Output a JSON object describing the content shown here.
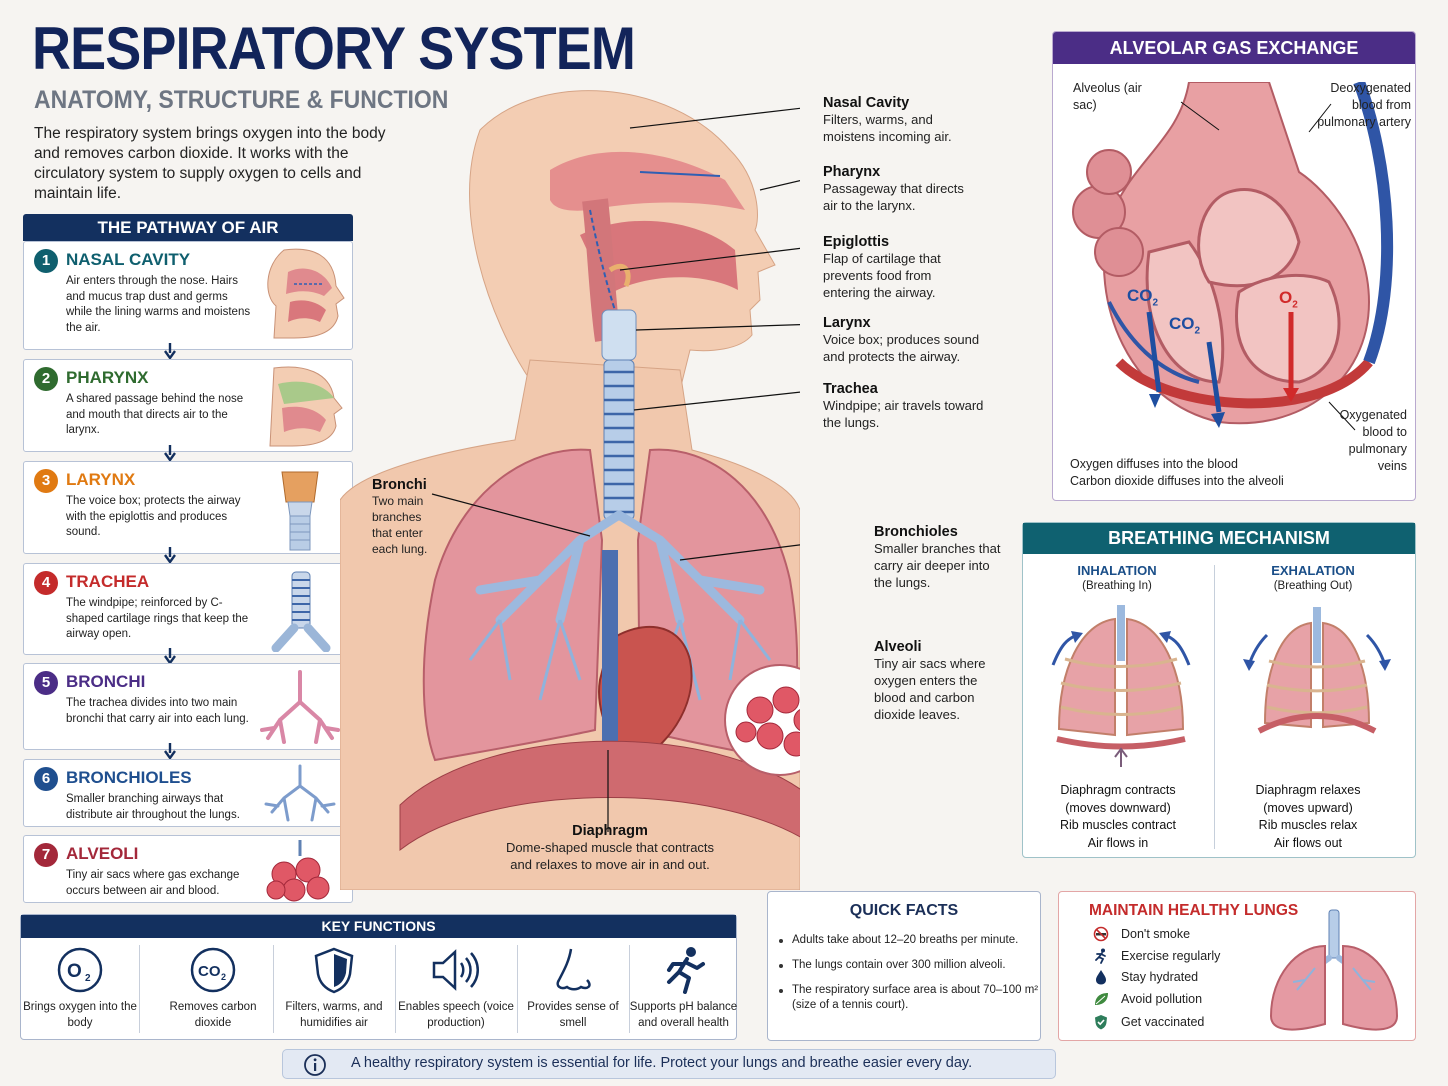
{
  "header": {
    "title": "RESPIRATORY SYSTEM",
    "subtitle": "ANATOMY, STRUCTURE & FUNCTION",
    "intro": "The respiratory system brings oxygen into the body and removes carbon dioxide. It works with the circulatory system to supply oxygen to cells and maintain life."
  },
  "pathway": {
    "heading": "THE PATHWAY OF AIR",
    "steps": [
      {
        "num": "1",
        "name": "NASAL CAVITY",
        "desc": "Air enters through the nose. Hairs and mucus trap dust and germs while the lining warms and moistens the air.",
        "color": "#0f5f6e"
      },
      {
        "num": "2",
        "name": "PHARYNX",
        "desc": "A shared passage behind the nose and mouth that directs air to the larynx.",
        "color": "#2f6b2f"
      },
      {
        "num": "3",
        "name": "LARYNX",
        "desc": "The voice box; protects the airway with the epiglottis and produces sound.",
        "color": "#e07a12"
      },
      {
        "num": "4",
        "name": "TRACHEA",
        "desc": "The windpipe; reinforced by C-shaped cartilage rings that keep the airway open.",
        "color": "#c42b2b"
      },
      {
        "num": "5",
        "name": "BRONCHI",
        "desc": "The trachea divides into two main bronchi that carry air into each lung.",
        "color": "#4b2d86"
      },
      {
        "num": "6",
        "name": "BRONCHIOLES",
        "desc": "Smaller branching airways that distribute air throughout the lungs.",
        "color": "#1f4f8f"
      },
      {
        "num": "7",
        "name": "ALVEOLI",
        "desc": "Tiny air sacs where gas exchange occurs between air and blood.",
        "color": "#a3283a"
      }
    ]
  },
  "anatomy": {
    "nasal": {
      "title": "Nasal Cavity",
      "desc": "Filters, warms, and moistens incoming air."
    },
    "pharynx": {
      "title": "Pharynx",
      "desc": "Passageway that directs air to the larynx."
    },
    "epiglottis": {
      "title": "Epiglottis",
      "desc": "Flap of cartilage that prevents food from entering the airway."
    },
    "larynx": {
      "title": "Larynx",
      "desc": "Voice box; produces sound and protects the airway."
    },
    "trachea": {
      "title": "Trachea",
      "desc": "Windpipe; air travels toward the lungs."
    },
    "bronchi": {
      "title": "Bronchi",
      "desc": "Two main branches that enter each lung."
    },
    "bronchioles": {
      "title": "Bronchioles",
      "desc": "Smaller branches that carry air deeper into the lungs."
    },
    "alveoli": {
      "title": "Alveoli",
      "desc": "Tiny air sacs where oxygen enters the blood and carbon dioxide leaves."
    },
    "diaphragm": {
      "title": "Diaphragm",
      "desc": "Dome-shaped muscle that contracts and relaxes to move air in and out."
    }
  },
  "alveolar": {
    "heading": "ALVEOLAR GAS EXCHANGE",
    "alveolus": "Alveolus (air sac)",
    "deoxy": "Deoxygenated blood from pulmonary artery",
    "oxy": "Oxygenated blood to pulmonary veins",
    "co2": "CO",
    "o2": "O",
    "sub2": "2",
    "note1": "Oxygen diffuses into the blood",
    "note2": "Carbon dioxide diffuses into the alveoli"
  },
  "breathing": {
    "heading": "BREATHING MECHANISM",
    "inhale": {
      "title": "INHALATION",
      "sub": "(Breathing In)",
      "lines": [
        "Diaphragm contracts",
        "(moves downward)",
        "Rib muscles contract",
        "Air flows in"
      ]
    },
    "exhale": {
      "title": "EXHALATION",
      "sub": "(Breathing Out)",
      "lines": [
        "Diaphragm relaxes",
        "(moves upward)",
        "Rib muscles relax",
        "Air flows out"
      ]
    }
  },
  "key_functions": {
    "heading": "KEY FUNCTIONS",
    "items": [
      {
        "label": "Brings oxygen into the body",
        "icon": "o2-icon"
      },
      {
        "label": "Removes carbon dioxide",
        "icon": "co2-icon"
      },
      {
        "label": "Filters, warms, and humidifies air",
        "icon": "shield-icon"
      },
      {
        "label": "Enables speech (voice production)",
        "icon": "speaker-icon"
      },
      {
        "label": "Provides sense of smell",
        "icon": "nose-icon"
      },
      {
        "label": "Supports pH balance and overall health",
        "icon": "runner-icon"
      }
    ],
    "o2_text": "O",
    "co2_text": "CO",
    "sub2": "2"
  },
  "quick_facts": {
    "heading": "QUICK FACTS",
    "items": [
      "Adults take about 12–20 breaths per minute.",
      "The lungs contain over 300 million alveoli.",
      "The respiratory surface area is about 70–100 m² (size of a tennis court)."
    ]
  },
  "healthy": {
    "heading": "MAINTAIN HEALTHY LUNGS",
    "items": [
      {
        "label": "Don't smoke",
        "icon": "no-smoking-icon"
      },
      {
        "label": "Exercise regularly",
        "icon": "runner-icon"
      },
      {
        "label": "Stay hydrated",
        "icon": "water-drop-icon"
      },
      {
        "label": "Avoid pollution",
        "icon": "leaf-icon"
      },
      {
        "label": "Get vaccinated",
        "icon": "shield-check-icon"
      }
    ]
  },
  "footer": {
    "text": "A healthy respiratory system is essential for life. Protect your lungs and breathe easier every day."
  },
  "colors": {
    "navy": "#13305f",
    "purple": "#4b2d86",
    "teal": "#0f6170",
    "red": "#c42b2b",
    "lung": "#e59aa3",
    "airway": "#8fb3dc"
  }
}
